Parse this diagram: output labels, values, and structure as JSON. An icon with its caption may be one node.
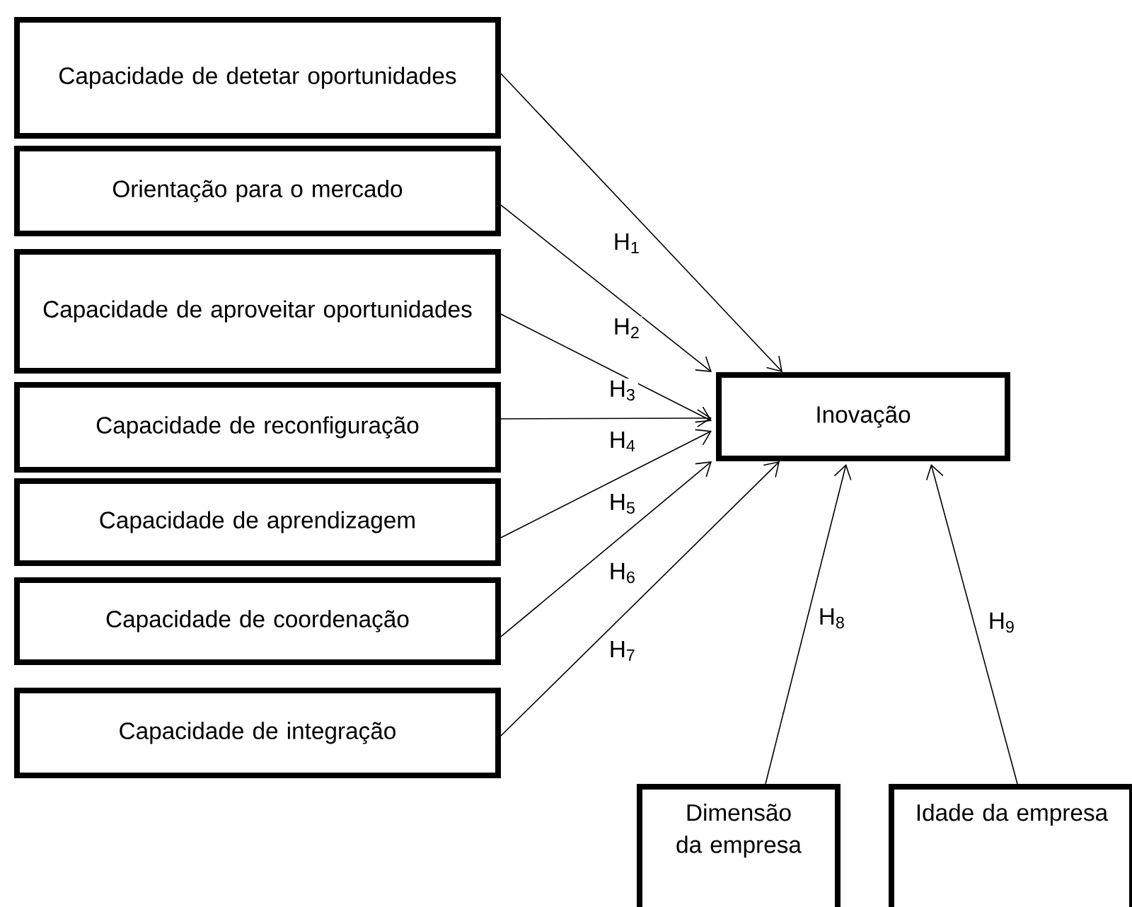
{
  "diagram": {
    "nodes": [
      {
        "text": [
          "Capacidade de detetar oportunidades"
        ]
      },
      {
        "text": [
          "Orientação para o mercado"
        ]
      },
      {
        "text": [
          "Capacidade de aproveitar oportunidades"
        ]
      },
      {
        "text": [
          "Capacidade de reconfiguração"
        ]
      },
      {
        "text": [
          "Capacidade de aprendizagem"
        ]
      },
      {
        "text": [
          "Capacidade de coordenação"
        ]
      },
      {
        "text": [
          "Capacidade de integração"
        ]
      },
      {
        "text": [
          "Inovação"
        ]
      },
      {
        "text": [
          "Dimensão da empresa"
        ]
      },
      {
        "text": [
          "Idade da empresa"
        ]
      }
    ],
    "edges": [
      {
        "from": 0,
        "to": 7,
        "arrow": "to",
        "label": "H$_{1}$"
      },
      {
        "from": 1,
        "to": 7,
        "arrow": "to",
        "label": "H$_{2}$"
      },
      {
        "from": 2,
        "to": 7,
        "arrow": "to",
        "label": "H$_{3}$"
      },
      {
        "from": 3,
        "to": 7,
        "arrow": "to",
        "label": "H$_{4}$"
      },
      {
        "from": 4,
        "to": 7,
        "arrow": "to",
        "label": "H$_{5}$"
      },
      {
        "from": 5,
        "to": 7,
        "arrow": "to",
        "label": "H$_{6}$"
      },
      {
        "from": 6,
        "to": 7,
        "arrow": "to",
        "label": "H$_{7}$"
      },
      {
        "from": 8,
        "to": 7,
        "arrow": "to",
        "label": "H$_{8}$"
      },
      {
        "from": 9,
        "to": 7,
        "arrow": "to",
        "label": "H$_{9}$"
      }
    ]
  }
}
